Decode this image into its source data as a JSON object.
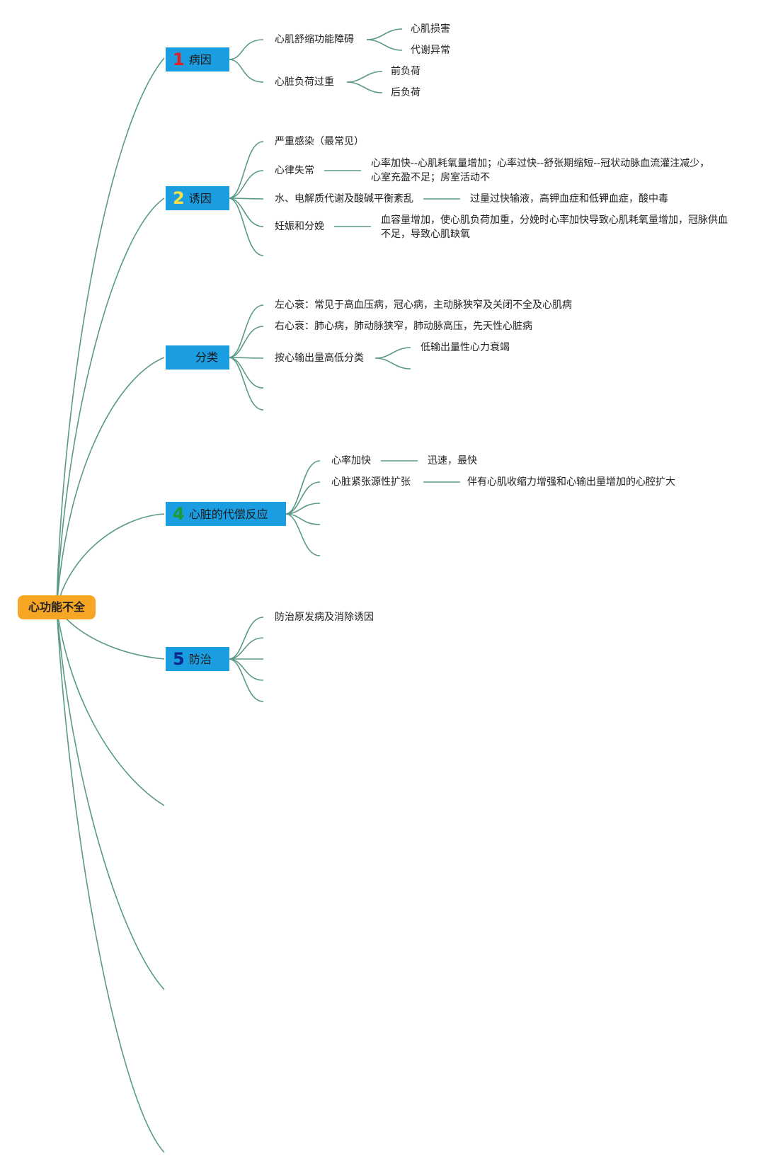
{
  "root": "心功能不全",
  "colors": {
    "line": "#5a9a84",
    "root": "#f6a623",
    "branch": "#1a9ee1"
  },
  "branches": [
    {
      "num": "1",
      "num_color": "#e02020",
      "label": "病因"
    },
    {
      "num": "2",
      "num_color": "#f7e04a",
      "label": "诱因"
    },
    {
      "num": "",
      "num_color": "#1a9ee1",
      "label": "分类"
    },
    {
      "num": "4",
      "num_color": "#1f9a2f",
      "label": "心脏的代偿反应"
    },
    {
      "num": "5",
      "num_color": "#0d2a8a",
      "label": "防治"
    }
  ],
  "b1": {
    "c1": "心肌舒缩功能障碍",
    "c1a": "心肌损害",
    "c1b": "代谢异常",
    "c2": "心脏负荷过重",
    "c2a": "前负荷",
    "c2b": "后负荷"
  },
  "b2": {
    "c1": "严重感染（最常见）",
    "c2": "心律失常",
    "c2d": "心率加快--心肌耗氧量增加；心率过快--舒张期缩短--冠状动脉血流灌注减少，心室充盈不足；房室活动不",
    "c3": "水、电解质代谢及酸碱平衡紊乱",
    "c3d": "过量过快输液，高钾血症和低钾血症，酸中毒",
    "c4": "妊娠和分娩",
    "c4d": "血容量增加，使心肌负荷加重，分娩时心率加快导致心肌耗氧量增加，冠脉供血不足，导致心肌缺氧"
  },
  "b3": {
    "c1": "左心衰：常见于高血压病，冠心病，主动脉狭窄及关闭不全及心肌病",
    "c2": "右心衰：肺心病，肺动脉狭窄，肺动脉高压，先天性心脏病",
    "c3": "按心输出量高低分类",
    "c3a": "低输出量性心力衰竭"
  },
  "b4": {
    "c1": "心率加快",
    "c1d": "迅速，最快",
    "c2": "心脏紧张源性扩张",
    "c2d": "伴有心肌收缩力增强和心输出量增加的心腔扩大"
  },
  "b5": {
    "c1": "防治原发病及消除诱因"
  }
}
